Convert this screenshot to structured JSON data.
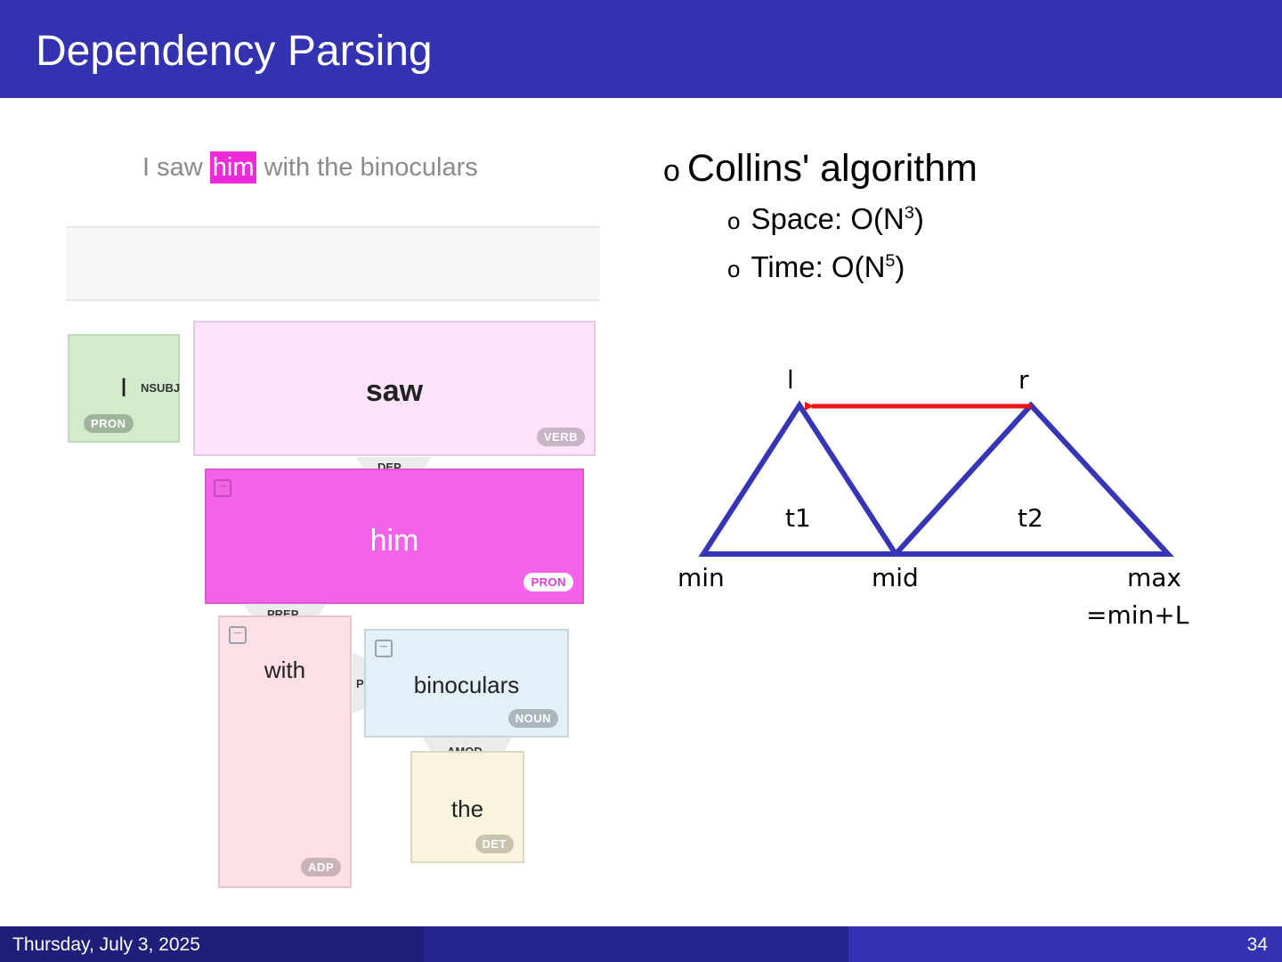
{
  "slide": {
    "title": "Dependency Parsing",
    "footer_date": "Thursday, July 3, 2025",
    "page_number": "34"
  },
  "parse": {
    "sentence_before": "I saw ",
    "sentence_highlight": "him",
    "sentence_after": " with the binoculars",
    "tokens": [
      {
        "word": "I",
        "pos": "PRON"
      },
      {
        "word": "saw",
        "pos": "VERB"
      },
      {
        "word": "him",
        "pos": "PRON"
      },
      {
        "word": "with",
        "pos": "ADP"
      },
      {
        "word": "binoculars",
        "pos": "NOUN"
      },
      {
        "word": "the",
        "pos": "DET"
      }
    ],
    "relations": [
      "NSUBJ",
      "DEP",
      "PREP",
      "POBJ",
      "AMOD"
    ],
    "collapse_symbol": "−",
    "colors": {
      "highlight": "#ee2ad9",
      "verb": "#fde3f9",
      "pron": "#d3ebcd",
      "him": "#f363e7"
    }
  },
  "bullets": {
    "main": "Collins' algorithm",
    "space_label": "Space: O(N",
    "space_exp": "3",
    "time_label": "Time: O(N",
    "time_exp": "5",
    "close_paren": ")",
    "marker": "o"
  },
  "diagram": {
    "labels": {
      "l": "l",
      "r": "r",
      "t1": "t1",
      "t2": "t2",
      "min": "min",
      "mid": "mid",
      "max": "max",
      "max_sub": "=min+L"
    },
    "colors": {
      "triangle": "#3535b5",
      "arrow": "#ee1111"
    }
  }
}
